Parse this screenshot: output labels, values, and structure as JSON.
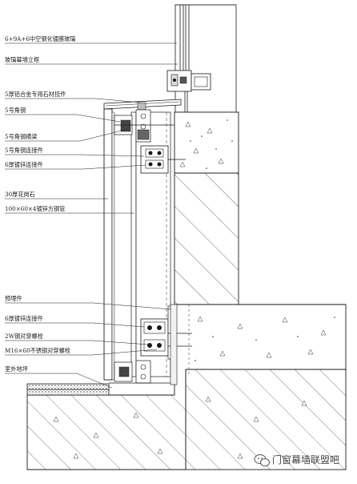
{
  "labels": [
    "6+9A+6中空钢化镀膜玻璃",
    "玻璃幕墙立框",
    "5厚铝合金专用石材挂件",
    "5号角钢",
    "5号角钢横梁",
    "5号角钢连接件",
    "6厚镀锌连接件",
    "30厚花岗石",
    "100×60×4镀锌方钢管",
    "预埋件",
    "6厚镀锌连接件",
    "2W钢对穿螺栓",
    "M16×60不锈钢对穿螺栓",
    "室外地坪"
  ],
  "watermark": {
    "text": "门窗幕墙联盟吧",
    "icon": "wechat-icon"
  }
}
